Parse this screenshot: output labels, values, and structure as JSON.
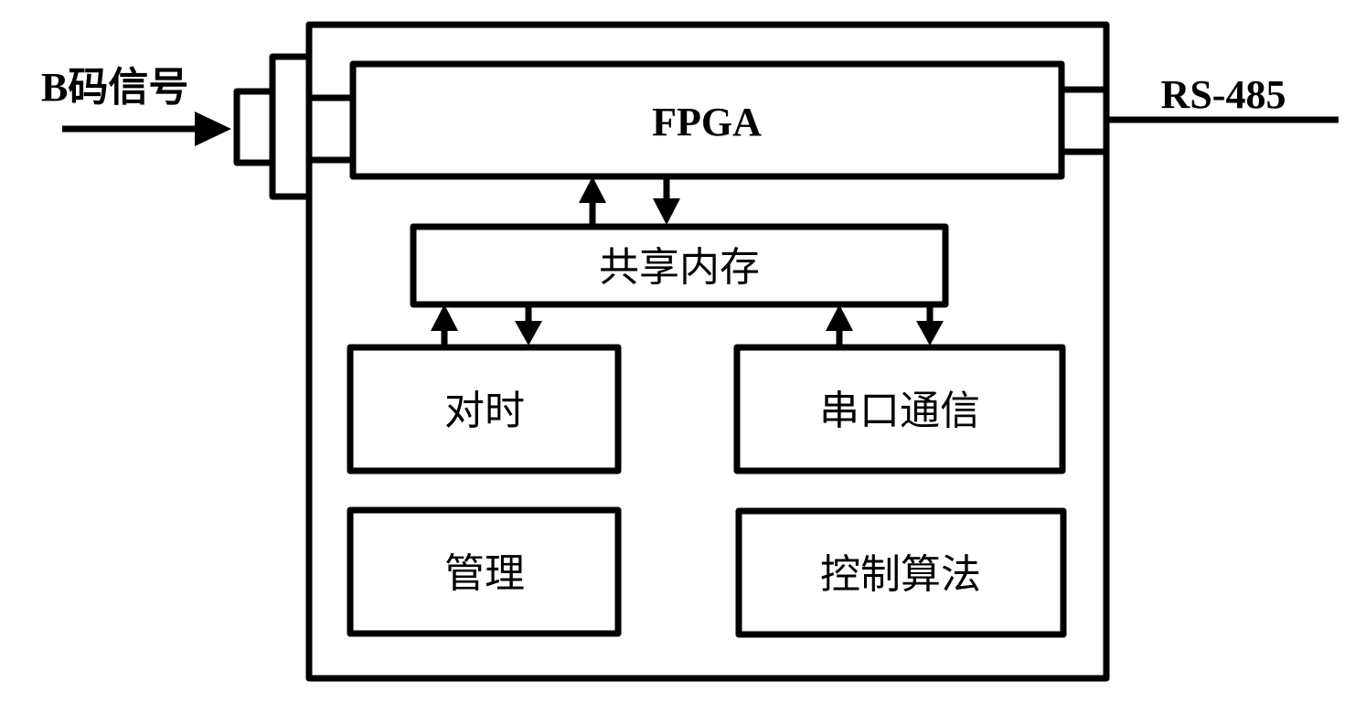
{
  "diagram": {
    "title": "FPGA-based controller block diagram",
    "input_signal": {
      "label": "B码信号",
      "direction": "in"
    },
    "output_signal": {
      "label": "RS-485",
      "direction": "out"
    },
    "blocks": {
      "fpga": {
        "label": "FPGA"
      },
      "shared_memory": {
        "label": "共享内存"
      },
      "timing": {
        "label": "对时"
      },
      "serial_comm": {
        "label": "串口通信"
      },
      "management": {
        "label": "管理"
      },
      "control_algorithm": {
        "label": "控制算法"
      }
    },
    "connections": [
      {
        "from": "B码信号",
        "to": "FPGA",
        "type": "arrow"
      },
      {
        "from": "FPGA",
        "to": "RS-485",
        "type": "line"
      },
      {
        "from": "共享内存",
        "to": "FPGA",
        "type": "arrow"
      },
      {
        "from": "FPGA",
        "to": "共享内存",
        "type": "arrow"
      },
      {
        "from": "对时",
        "to": "共享内存",
        "type": "arrow"
      },
      {
        "from": "共享内存",
        "to": "对时",
        "type": "arrow"
      },
      {
        "from": "串口通信",
        "to": "共享内存",
        "type": "arrow"
      },
      {
        "from": "共享内存",
        "to": "串口通信",
        "type": "arrow"
      }
    ],
    "colors": {
      "stroke": "#000000",
      "background": "#ffffff"
    }
  }
}
